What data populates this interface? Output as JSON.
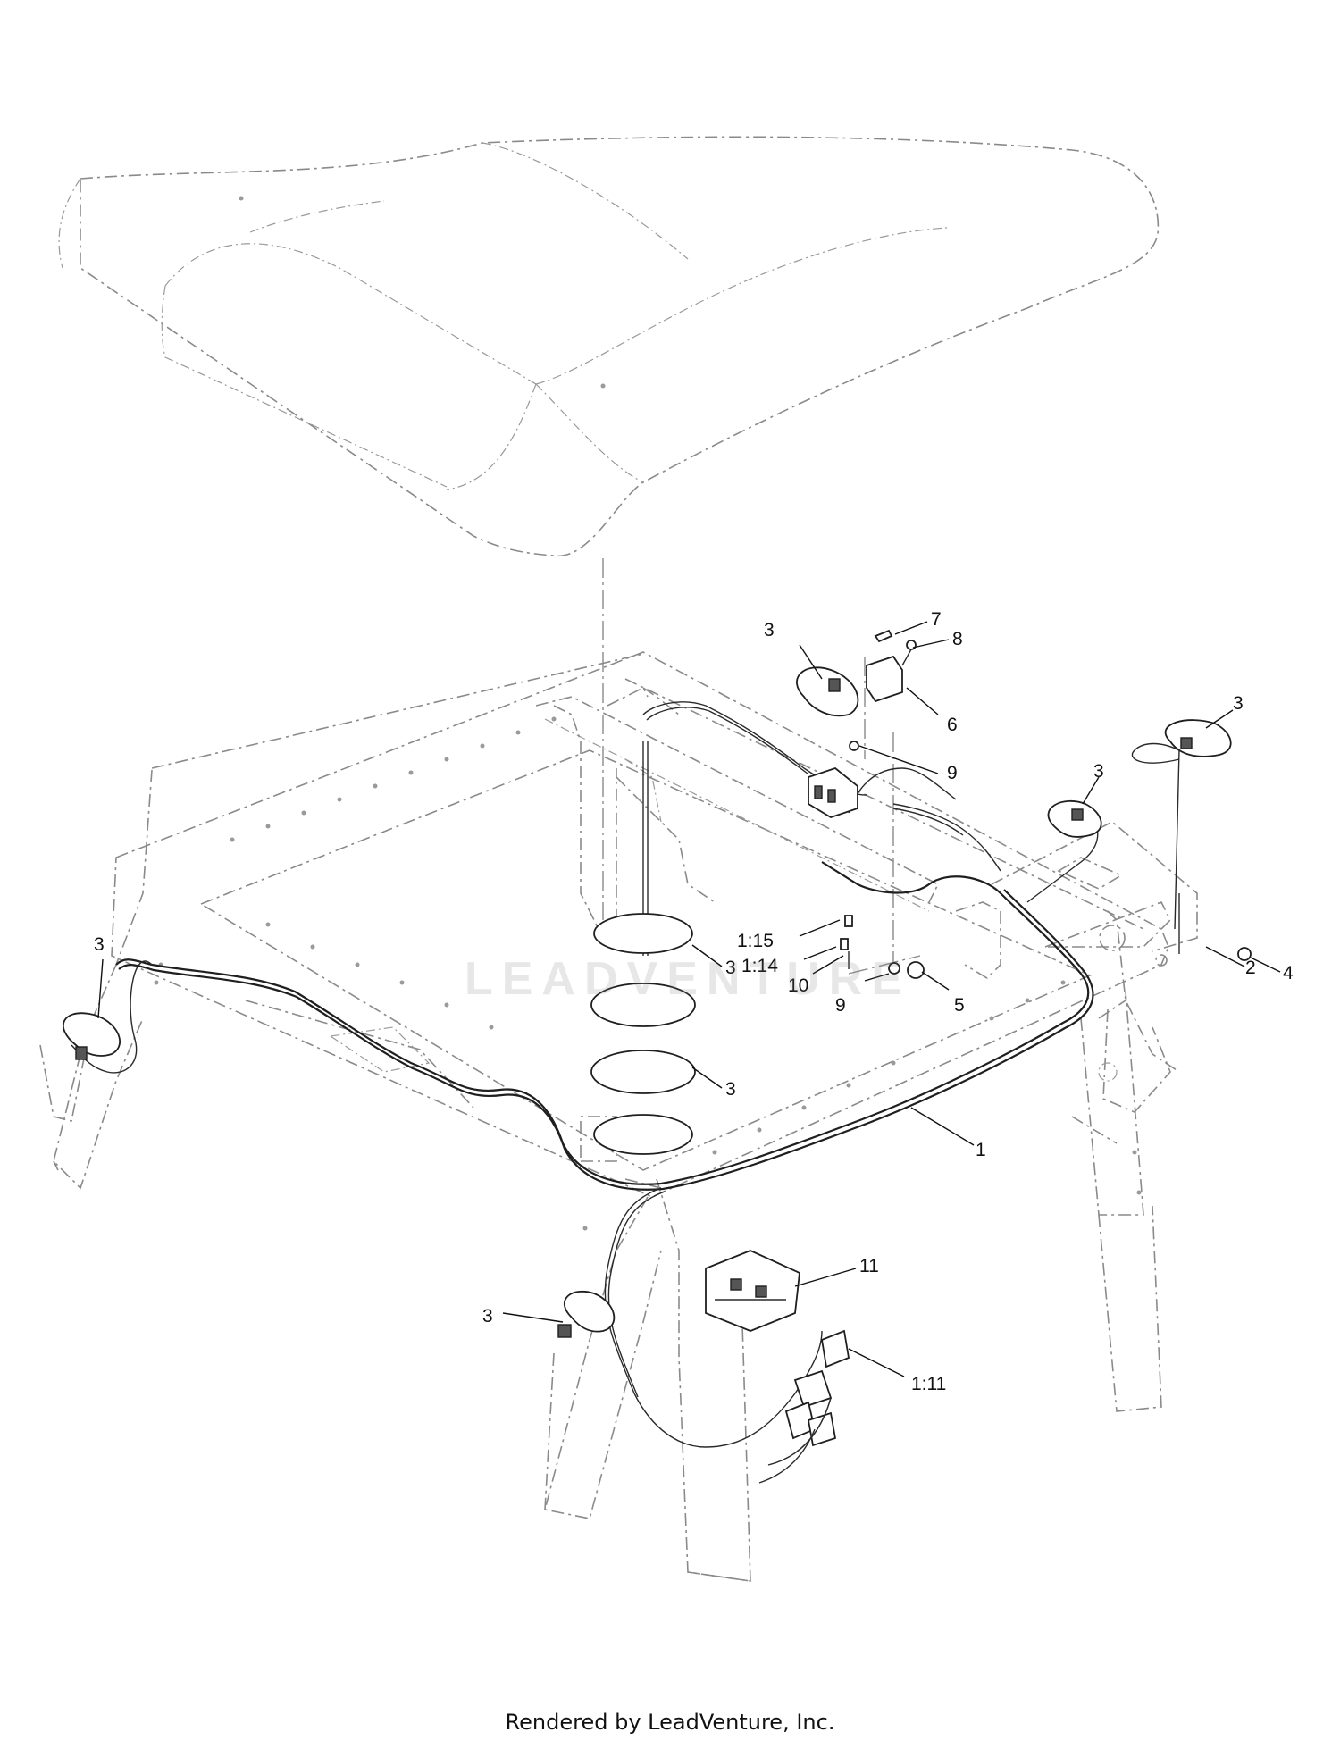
{
  "diagram": {
    "callouts": [
      {
        "id": "c-7",
        "text": "7"
      },
      {
        "id": "c-8",
        "text": "8"
      },
      {
        "id": "c-3a",
        "text": "3"
      },
      {
        "id": "c-6",
        "text": "6"
      },
      {
        "id": "c-9a",
        "text": "9"
      },
      {
        "id": "c-3b",
        "text": "3"
      },
      {
        "id": "c-3c",
        "text": "3"
      },
      {
        "id": "c-4",
        "text": "4"
      },
      {
        "id": "c-1-15",
        "text": "1:15"
      },
      {
        "id": "c-1-14",
        "text": "1:14"
      },
      {
        "id": "c-3d",
        "text": "3"
      },
      {
        "id": "c-10",
        "text": "10"
      },
      {
        "id": "c-2",
        "text": "2"
      },
      {
        "id": "c-9b",
        "text": "9"
      },
      {
        "id": "c-5",
        "text": "5"
      },
      {
        "id": "c-3e",
        "text": "3"
      },
      {
        "id": "c-3f",
        "text": "3"
      },
      {
        "id": "c-1",
        "text": "1"
      },
      {
        "id": "c-11",
        "text": "11"
      },
      {
        "id": "c-3g",
        "text": "3"
      },
      {
        "id": "c-1-11",
        "text": "1:11"
      }
    ]
  },
  "watermark": "LEADVENTURE",
  "footer": "Rendered by LeadVenture, Inc."
}
